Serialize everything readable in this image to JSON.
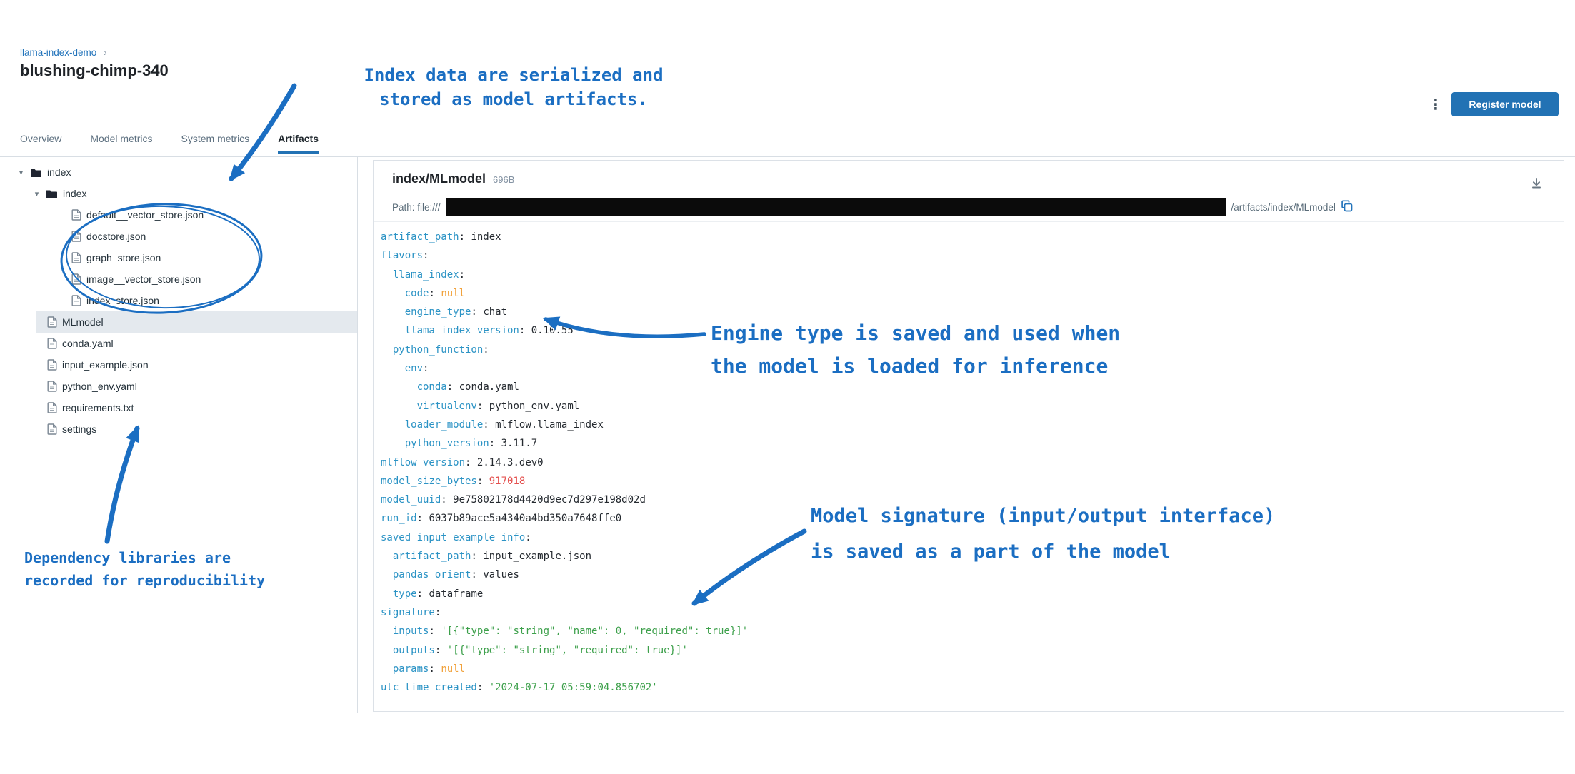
{
  "header": {
    "breadcrumb": "llama-index-demo",
    "breadcrumb_separator": "›",
    "title": "blushing-chimp-340",
    "kebab_menu": "⋮",
    "register_button_label": "Register model"
  },
  "tabs": [
    {
      "label": "Overview",
      "active": false
    },
    {
      "label": "Model metrics",
      "active": false
    },
    {
      "label": "System metrics",
      "active": false
    },
    {
      "label": "Artifacts",
      "active": true
    }
  ],
  "file_tree": [
    {
      "kind": "folder",
      "depth": 0,
      "label": "index",
      "expanded": true,
      "selected": false
    },
    {
      "kind": "folder",
      "depth": 1,
      "label": "index",
      "expanded": true,
      "selected": false
    },
    {
      "kind": "file",
      "depth": 2,
      "label": "default__vector_store.json",
      "selected": false
    },
    {
      "kind": "file",
      "depth": 2,
      "label": "docstore.json",
      "selected": false
    },
    {
      "kind": "file",
      "depth": 2,
      "label": "graph_store.json",
      "selected": false
    },
    {
      "kind": "file",
      "depth": 2,
      "label": "image__vector_store.json",
      "selected": false
    },
    {
      "kind": "file",
      "depth": 2,
      "label": "index_store.json",
      "selected": false
    },
    {
      "kind": "file",
      "depth": 0,
      "label": "MLmodel",
      "selected": true
    },
    {
      "kind": "file",
      "depth": 0,
      "label": "conda.yaml",
      "selected": false
    },
    {
      "kind": "file",
      "depth": 0,
      "label": "input_example.json",
      "selected": false
    },
    {
      "kind": "file",
      "depth": 0,
      "label": "python_env.yaml",
      "selected": false
    },
    {
      "kind": "file",
      "depth": 0,
      "label": "requirements.txt",
      "selected": false
    },
    {
      "kind": "file",
      "depth": 0,
      "label": "settings",
      "selected": false
    }
  ],
  "artifact_viewer": {
    "title": "index/MLmodel",
    "size": "696B",
    "path_prefix": "Path: file:///",
    "path_redacted": true,
    "path_suffix": "/artifacts/index/MLmodel"
  },
  "code_lines": [
    {
      "indent": 0,
      "key": "artifact_path",
      "value": "index",
      "value_type": "plain"
    },
    {
      "indent": 0,
      "key": "flavors",
      "value": "",
      "value_type": "plain"
    },
    {
      "indent": 2,
      "key": "llama_index",
      "value": "",
      "value_type": "plain"
    },
    {
      "indent": 4,
      "key": "code",
      "value": "null",
      "value_type": "null"
    },
    {
      "indent": 4,
      "key": "engine_type",
      "value": "chat",
      "value_type": "plain"
    },
    {
      "indent": 4,
      "key": "llama_index_version",
      "value": "0.10.55",
      "value_type": "plain"
    },
    {
      "indent": 2,
      "key": "python_function",
      "value": "",
      "value_type": "plain"
    },
    {
      "indent": 4,
      "key": "env",
      "value": "",
      "value_type": "plain"
    },
    {
      "indent": 6,
      "key": "conda",
      "value": "conda.yaml",
      "value_type": "plain"
    },
    {
      "indent": 6,
      "key": "virtualenv",
      "value": "python_env.yaml",
      "value_type": "plain"
    },
    {
      "indent": 4,
      "key": "loader_module",
      "value": "mlflow.llama_index",
      "value_type": "plain"
    },
    {
      "indent": 4,
      "key": "python_version",
      "value": "3.11.7",
      "value_type": "plain"
    },
    {
      "indent": 0,
      "key": "mlflow_version",
      "value": "2.14.3.dev0",
      "value_type": "plain"
    },
    {
      "indent": 0,
      "key": "model_size_bytes",
      "value": "917018",
      "value_type": "red"
    },
    {
      "indent": 0,
      "key": "model_uuid",
      "value": "9e75802178d4420d9ec7d297e198d02d",
      "value_type": "plain"
    },
    {
      "indent": 0,
      "key": "run_id",
      "value": "6037b89ace5a4340a4bd350a7648ffe0",
      "value_type": "plain"
    },
    {
      "indent": 0,
      "key": "saved_input_example_info",
      "value": "",
      "value_type": "plain"
    },
    {
      "indent": 2,
      "key": "artifact_path",
      "value": "input_example.json",
      "value_type": "plain"
    },
    {
      "indent": 2,
      "key": "pandas_orient",
      "value": "values",
      "value_type": "plain"
    },
    {
      "indent": 2,
      "key": "type",
      "value": "dataframe",
      "value_type": "plain"
    },
    {
      "indent": 0,
      "key": "signature",
      "value": "",
      "value_type": "plain"
    },
    {
      "indent": 2,
      "key": "inputs",
      "value": "'[{\"type\": \"string\", \"name\": 0, \"required\": true}]'",
      "value_type": "green"
    },
    {
      "indent": 2,
      "key": "outputs",
      "value": "'[{\"type\": \"string\", \"required\": true}]'",
      "value_type": "green"
    },
    {
      "indent": 2,
      "key": "params",
      "value": "null",
      "value_type": "null"
    },
    {
      "indent": 0,
      "key": "utc_time_created",
      "value": "'2024-07-17 05:59:04.856702'",
      "value_type": "green"
    }
  ],
  "annotations": {
    "index_data": {
      "lines": [
        "Index data are serialized and",
        "stored as model artifacts."
      ]
    },
    "engine_type": {
      "lines": [
        "Engine type is saved and used when",
        "the model is loaded for inference"
      ]
    },
    "signature": {
      "lines": [
        "Model signature (input/output interface)",
        "is saved as a part of the model"
      ]
    },
    "dependencies": {
      "lines": [
        "Dependency libraries are",
        "recorded for reproducibility"
      ]
    }
  },
  "colors": {
    "primary_button_blue": "#2272b4",
    "link_blue": "#2374bb",
    "annotation_blue": "#1b6ec2",
    "syntax_key": "#2b93c5",
    "syntax_null_orange": "#f1a23c",
    "syntax_number_red": "#e4504e",
    "syntax_string_green": "#3da04b",
    "selected_row_bg": "#e4e9ee",
    "redaction_black": "#0b0b0b"
  }
}
